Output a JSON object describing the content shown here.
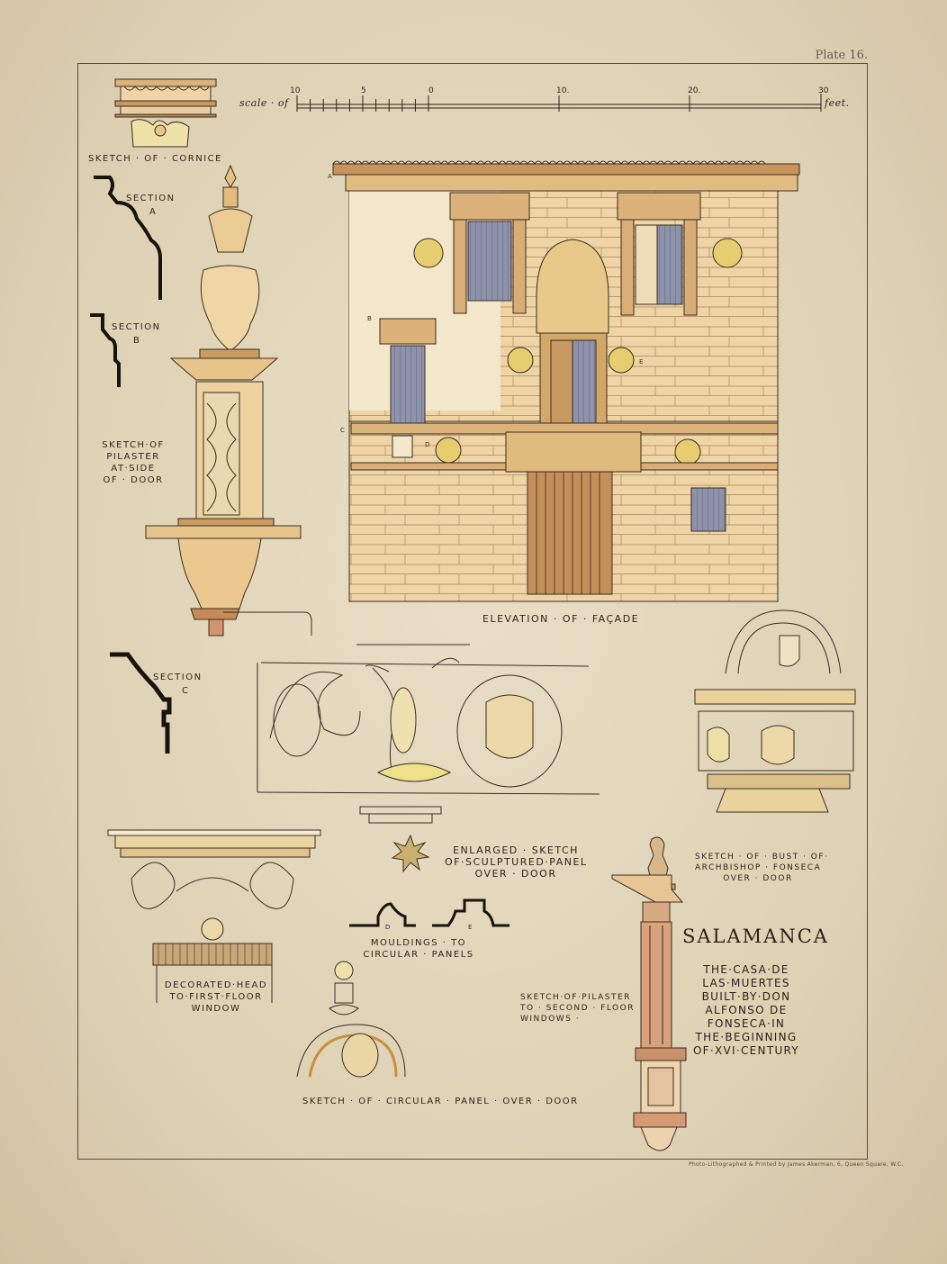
{
  "plate": "Plate 16.",
  "scale": {
    "prefix": "scale · of",
    "ticks": [
      "10",
      "5",
      "0",
      "10.",
      "20.",
      "30"
    ],
    "unit": "feet."
  },
  "labels": {
    "cornice": "SKETCH · OF · CORNICE",
    "section_a": "SECTION",
    "section_a_letter": "A",
    "section_b": "SECTION",
    "section_b_letter": "B",
    "section_c": "SECTION",
    "section_c_letter": "C",
    "pilaster_door": [
      "SKETCH·OF",
      "PILASTER",
      "AT·SIDE",
      "OF · DOOR"
    ],
    "elevation": "ELEVATION · OF · FAÇADE",
    "enlarged_panel": [
      "ENLARGED · SKETCH",
      "OF·SCULPTURED·PANEL",
      "OVER · DOOR"
    ],
    "bust": [
      "SKETCH · OF · BUST · OF·",
      "ARCHBISHOP · FONSECA",
      "OVER · DOOR"
    ],
    "decorated_head": [
      "DECORATED·HEAD",
      "TO·FIRST·FLOOR",
      "WINDOW"
    ],
    "mouldings": [
      "MOULDINGS · TO",
      "CIRCULAR · PANELS"
    ],
    "moulding_d": "D",
    "moulding_e": "E",
    "pilaster_second": [
      "SKETCH·OF·PILASTER",
      "TO · SECOND · FLOOR",
      "WINDOWS ·"
    ],
    "circular_panel": "SKETCH · OF · CIRCULAR · PANEL · OVER · DOOR",
    "elev_marks": [
      "A",
      "B",
      "C",
      "D",
      "E"
    ]
  },
  "title": {
    "main": "SALAMANCA",
    "lines": [
      "THE·CASA·DE",
      "LAS·MUERTES",
      "BUILT·BY·DON",
      "ALFONSO  DE",
      "FONSECA·IN",
      "THE·BEGINNING",
      "OF·XVI·CENTURY"
    ]
  },
  "printer": "Photo-Lithographed & Printed by James Akerman, 6, Queen Square, W.C.",
  "colors": {
    "paper": "#e6dcc3",
    "ink": "#2a2118",
    "stone": "#e8c48f",
    "window": "#8a8fa8",
    "wood": "#c58f5a"
  }
}
